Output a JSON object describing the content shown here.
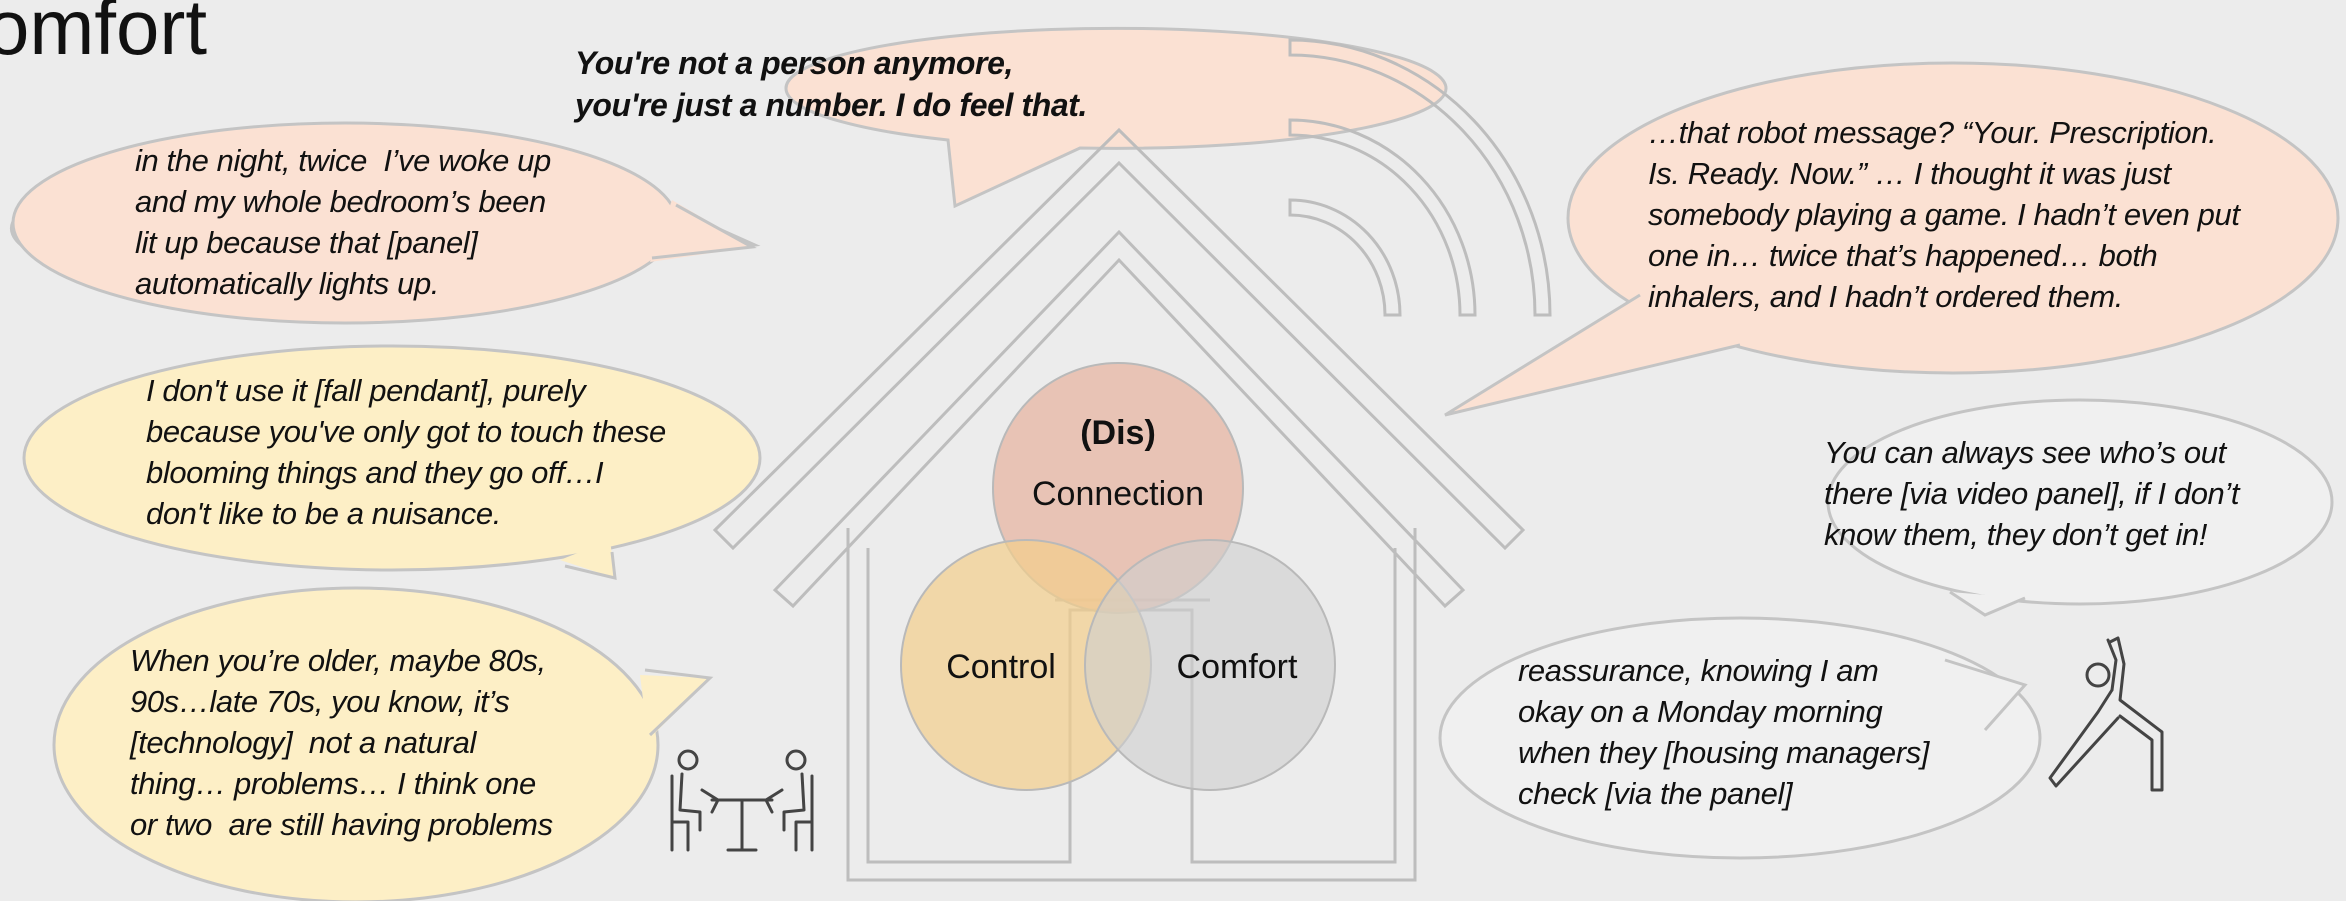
{
  "title": "omfort",
  "venn": {
    "top": {
      "prefix": "(Dis)",
      "label": "Connection",
      "color": "#e7b5a3"
    },
    "left": {
      "label": "Control",
      "color": "#f4cf8c"
    },
    "right": {
      "label": "Comfort",
      "color": "#cfcfcf"
    }
  },
  "quotes": {
    "number": "You're not a person anymore,\nyou're just a number. I do feel that.",
    "night": "in the night, twice  I’ve woke up\nand my whole bedroom’s been\nlit up because that [panel]\nautomatically lights up.",
    "pendant": "I don't use it [fall pendant], purely\nbecause you've only got to touch these\nblooming things and they go off…I\ndon't like to be a nuisance.",
    "older": "When you’re older, maybe 80s,\n90s…late 70s, you know, it’s\n[technology]  not a natural\nthing… problems… I think one\nor two  are still having problems",
    "robot": "…that robot message? “Your. Prescription.\nIs. Ready. Now.” … I thought it was just\nsomebody playing a game. I hadn’t even put\none in… twice that’s happened… both\ninhalers, and I hadn’t ordered them.",
    "video": "You can always see who’s out\nthere [via video panel], if I don’t\nknow them, they don’t get in!",
    "reassurance": "reassurance, knowing I am\nokay on a Monday morning\nwhen they [housing managers]\ncheck [via the panel]"
  },
  "colors": {
    "salmon_bubble": "#fbe1d3",
    "yellow_bubble": "#fdefc6",
    "grey_bubble": "#f0f0f0",
    "outline": "#c4c4c4",
    "house": "#bdbdbd"
  },
  "icons": [
    "wifi-signal-icon",
    "people-at-table-icon",
    "person-stretching-icon"
  ]
}
